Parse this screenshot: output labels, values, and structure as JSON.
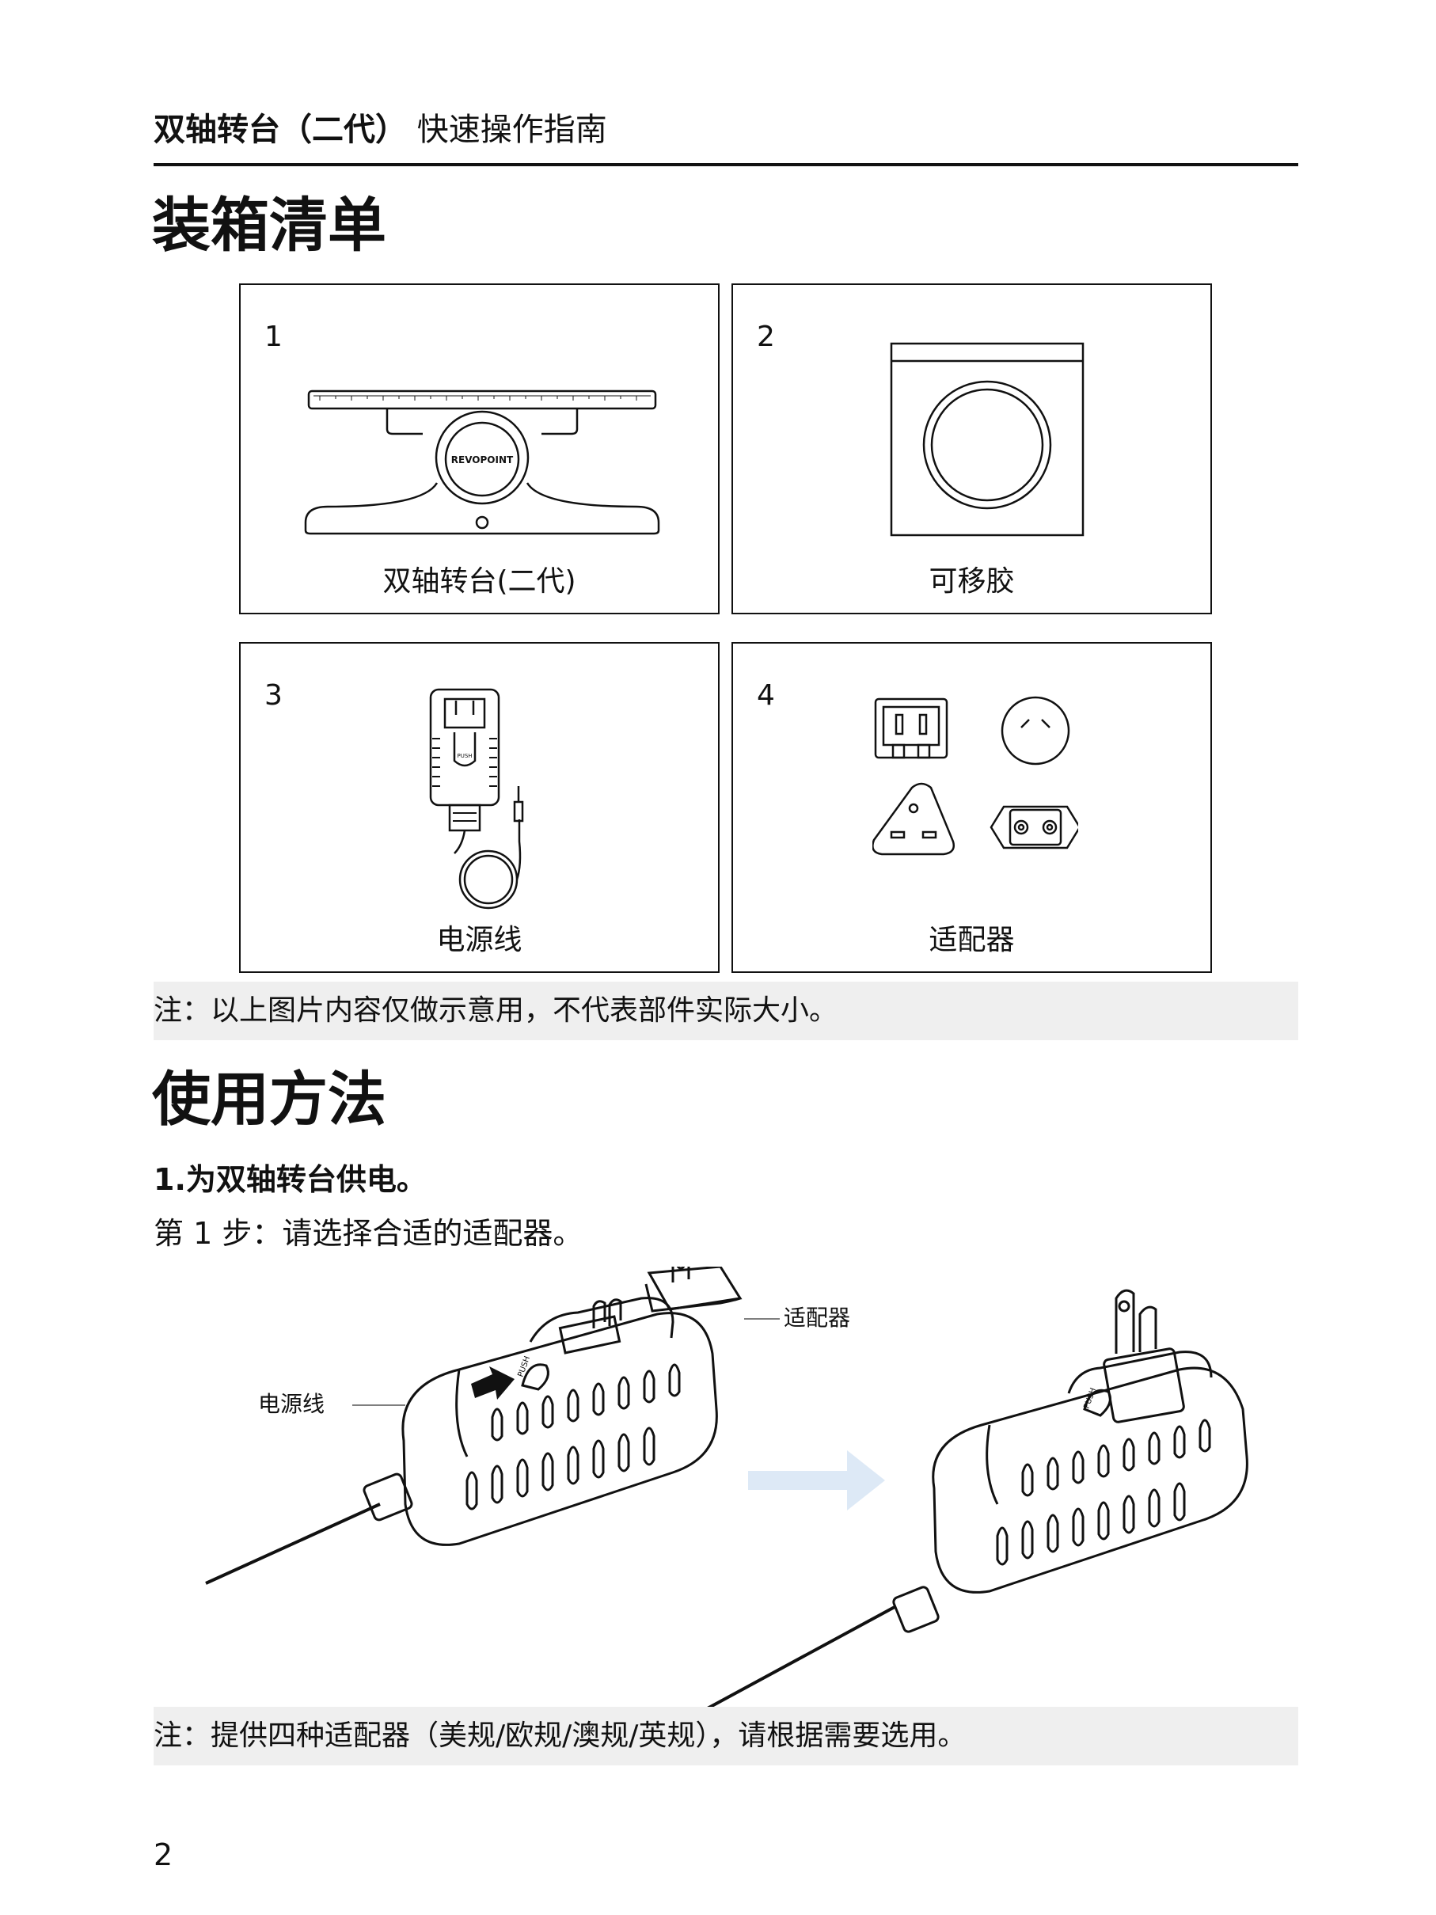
{
  "header": {
    "title_bold": "双轴转台（二代）",
    "title_rest": " 快速操作指南"
  },
  "packing": {
    "title": "装箱清单",
    "items": [
      {
        "num": "1",
        "label": "双轴转台(二代)",
        "device_brand": "REVOPOINT"
      },
      {
        "num": "2",
        "label": "可移胶"
      },
      {
        "num": "3",
        "label": "电源线",
        "button_text": "PUSH"
      },
      {
        "num": "4",
        "label": "适配器"
      }
    ],
    "note": "注：以上图片内容仅做示意用，不代表部件实际大小。"
  },
  "usage": {
    "title": "使用方法",
    "step_heading": "1.为双轴转台供电。",
    "step_text": "第 1 步：请选择合适的适配器。",
    "callout_cable": "电源线",
    "callout_adapter": "适配器",
    "push_text": "PUSH",
    "note": "注：提供四种适配器（美规/欧规/澳规/英规），请根据需要选用。"
  },
  "page_number": "2"
}
